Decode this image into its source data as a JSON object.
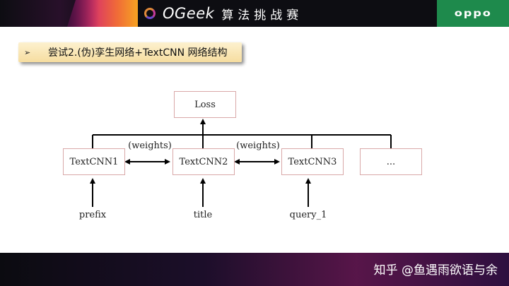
{
  "header": {
    "brand_name": "OGeek",
    "brand_subtitle": "算法挑战赛",
    "partner_logo": "oppo"
  },
  "heading": {
    "bullet": "➢",
    "text": "尝试2.(伪)孪生网络+TextCNN 网络结构"
  },
  "diagram": {
    "output_node": "Loss",
    "encoders": [
      "TextCNN1",
      "TextCNN2",
      "TextCNN3",
      "..."
    ],
    "shared_weight_labels": [
      "(weights)",
      "(weights)"
    ],
    "inputs": [
      "prefix",
      "title",
      "query_1"
    ]
  },
  "footer": {
    "watermark": "知乎 @鱼遇雨欲语与余"
  },
  "colors": {
    "top_bar": "#0d0d12",
    "oppo_green": "#1e8a4c",
    "heading_fill": "#f6dda0",
    "node_border": "#d9a8a8"
  }
}
